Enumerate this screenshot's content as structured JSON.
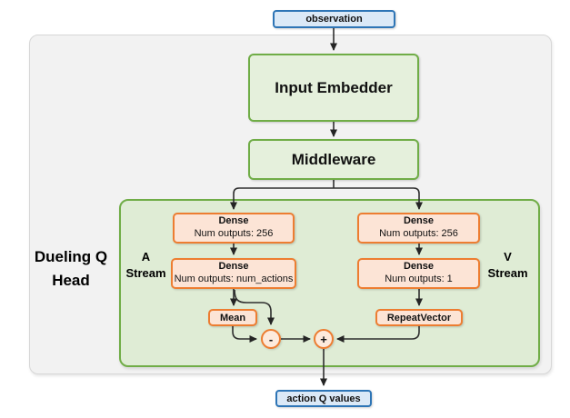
{
  "nodes": {
    "observation": "observation",
    "input_embedder": "Input Embedder",
    "middleware": "Middleware",
    "a_dense_1": {
      "title": "Dense",
      "subtitle": "Num outputs: 256"
    },
    "a_dense_2": {
      "title": "Dense",
      "subtitle": "Num outputs: num_actions"
    },
    "mean": "Mean",
    "v_dense_1": {
      "title": "Dense",
      "subtitle": "Num outputs: 256"
    },
    "v_dense_2": {
      "title": "Dense",
      "subtitle": "Num outputs: 1"
    },
    "repeat_vector": "RepeatVector",
    "minus_operator": "-",
    "plus_operator": "+",
    "action_q_values": "action Q values"
  },
  "labels": {
    "dueling_head": {
      "line1": "Dueling Q",
      "line2": "Head"
    },
    "a_stream": {
      "line1": "A",
      "line2": "Stream"
    },
    "v_stream": {
      "line1": "V",
      "line2": "Stream"
    }
  },
  "colors": {
    "green_border": "#70ad47",
    "green_fill": "#e5f0dc",
    "green_container_fill": "#dfecd5",
    "orange_border": "#ed7d31",
    "orange_fill": "#fce4d6",
    "circle_fill": "#fdeadc",
    "blue_border": "#2e75b6",
    "blue_fill": "#dbe9f7",
    "gray_fill": "#f2f2f2",
    "gray_border": "#d7d7d7",
    "arrow": "#2e2e2e"
  }
}
